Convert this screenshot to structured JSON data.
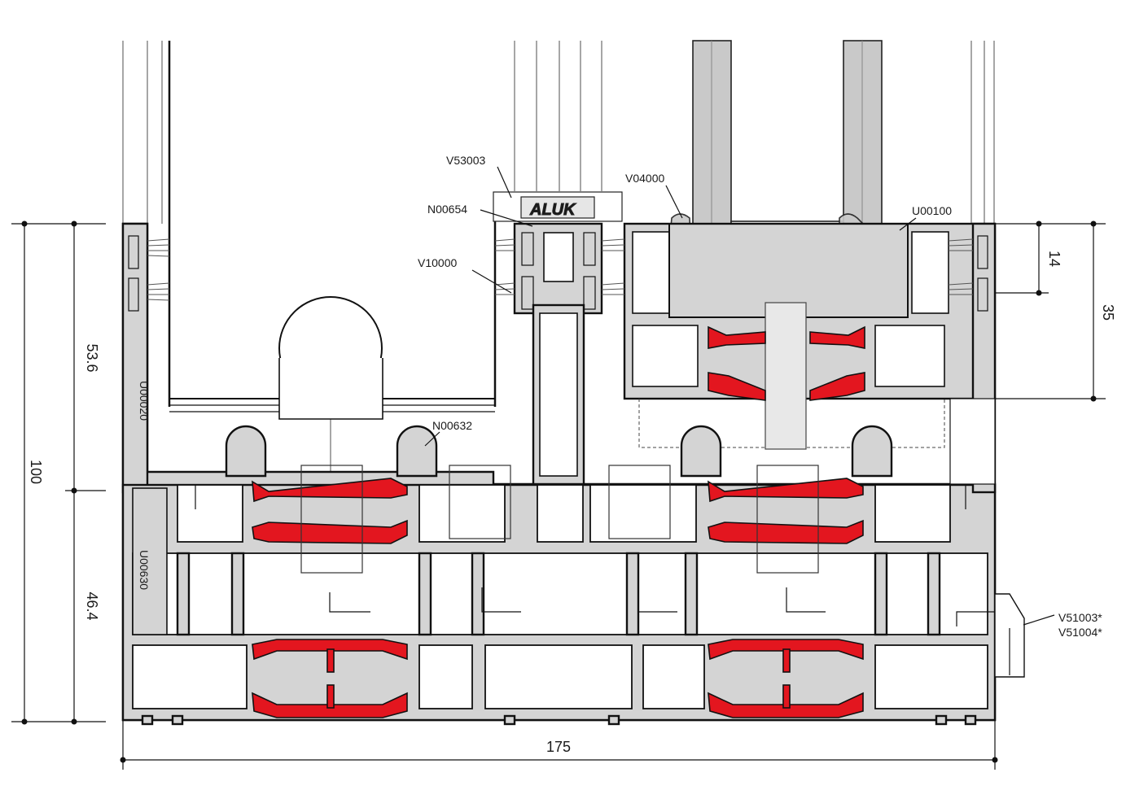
{
  "dimensions": {
    "height_total": "100",
    "height_upper": "53.6",
    "height_lower": "46.4",
    "width_total": "175",
    "right_small": "14",
    "right_large": "35"
  },
  "parts": {
    "glazing_bead_top": "V53003",
    "clip": "N00654",
    "gasket_left": "V10000",
    "glazing_gasket": "V04000",
    "glazing_bead_right": "U00100",
    "sash_left": "U00020",
    "frame_left": "U00630",
    "connector": "N00632",
    "drain_cover": "V51003*",
    "drain_cover_alt": "V51004*"
  },
  "brand": {
    "logo_text": "ALUK"
  },
  "colors": {
    "thermal_break": "#e3161f",
    "profile_fill": "#d4d4d4",
    "outline": "#111111"
  }
}
